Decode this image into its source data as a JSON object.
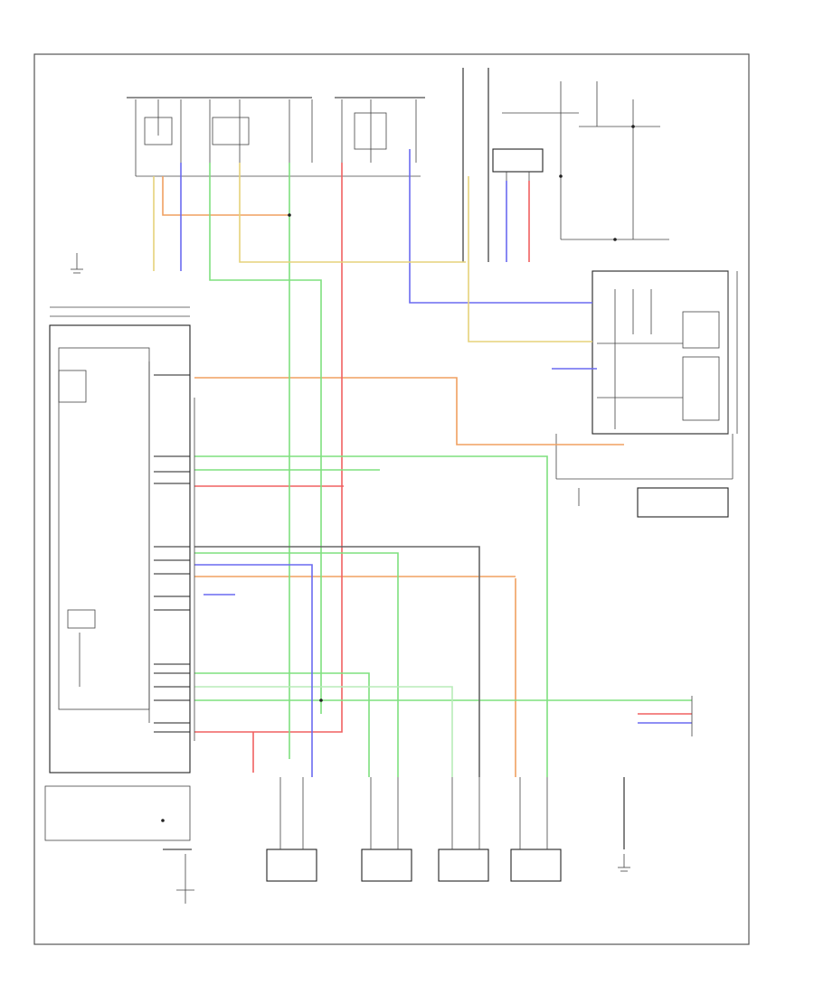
{
  "colors": {
    "red": "#f06060",
    "orange": "#f0a060",
    "green": "#7fe07f",
    "blue": "#6a6af0",
    "yellow": "#e6d27a",
    "gray": "#666666",
    "light_green": "#b8ecb8"
  },
  "icons": [
    "ground-symbol",
    "connector-box",
    "sensor-box"
  ]
}
